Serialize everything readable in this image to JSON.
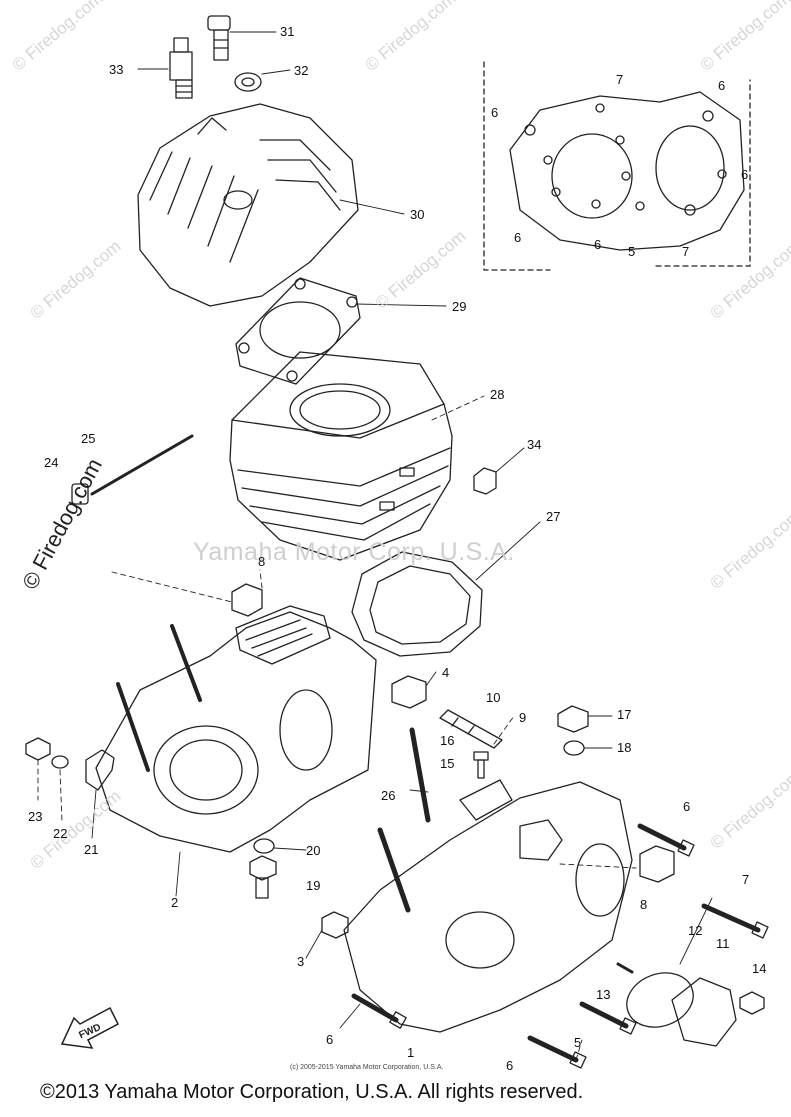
{
  "diagram": {
    "callouts": [
      {
        "id": "c31",
        "text": "31"
      },
      {
        "id": "c33",
        "text": "33"
      },
      {
        "id": "c32",
        "text": "32"
      },
      {
        "id": "c30",
        "text": "30"
      },
      {
        "id": "c29",
        "text": "29"
      },
      {
        "id": "c28",
        "text": "28"
      },
      {
        "id": "c25",
        "text": "25"
      },
      {
        "id": "c24",
        "text": "24"
      },
      {
        "id": "c34",
        "text": "34"
      },
      {
        "id": "c27",
        "text": "27"
      },
      {
        "id": "c8a",
        "text": "8"
      },
      {
        "id": "c4",
        "text": "4"
      },
      {
        "id": "c10",
        "text": "10"
      },
      {
        "id": "c9",
        "text": "9"
      },
      {
        "id": "c17",
        "text": "17"
      },
      {
        "id": "c16",
        "text": "16"
      },
      {
        "id": "c18",
        "text": "18"
      },
      {
        "id": "c15",
        "text": "15"
      },
      {
        "id": "c26",
        "text": "26"
      },
      {
        "id": "c6a",
        "text": "6"
      },
      {
        "id": "c23",
        "text": "23"
      },
      {
        "id": "c22",
        "text": "22"
      },
      {
        "id": "c21",
        "text": "21"
      },
      {
        "id": "c20",
        "text": "20"
      },
      {
        "id": "c19",
        "text": "19"
      },
      {
        "id": "c2",
        "text": "2"
      },
      {
        "id": "c8b",
        "text": "8"
      },
      {
        "id": "c7a",
        "text": "7"
      },
      {
        "id": "c3",
        "text": "3"
      },
      {
        "id": "c12",
        "text": "12"
      },
      {
        "id": "c11",
        "text": "11"
      },
      {
        "id": "c14",
        "text": "14"
      },
      {
        "id": "c13",
        "text": "13"
      },
      {
        "id": "c5a",
        "text": "5"
      },
      {
        "id": "c6b",
        "text": "6"
      },
      {
        "id": "c1",
        "text": "1"
      },
      {
        "id": "c6c",
        "text": "6"
      }
    ],
    "inset_callouts": [
      {
        "id": "i7a",
        "text": "7"
      },
      {
        "id": "i6a",
        "text": "6"
      },
      {
        "id": "i6b",
        "text": "6"
      },
      {
        "id": "i6c",
        "text": "6"
      },
      {
        "id": "i6d",
        "text": "6"
      },
      {
        "id": "i6e",
        "text": "6"
      },
      {
        "id": "i5",
        "text": "5"
      },
      {
        "id": "i7b",
        "text": "7"
      }
    ],
    "fwd_label": "FWD",
    "small_copyright": "(c) 2005-2015 Yamaha Motor Corporation, U.S.A."
  },
  "watermarks": {
    "center": "Yamaha Motor Corp. U.S.A.",
    "side": "© Firedog.com",
    "tile": "© Firedog.com"
  },
  "footer": {
    "copyright": "©2013 Yamaha Motor Corporation, U.S.A. All rights reserved."
  }
}
